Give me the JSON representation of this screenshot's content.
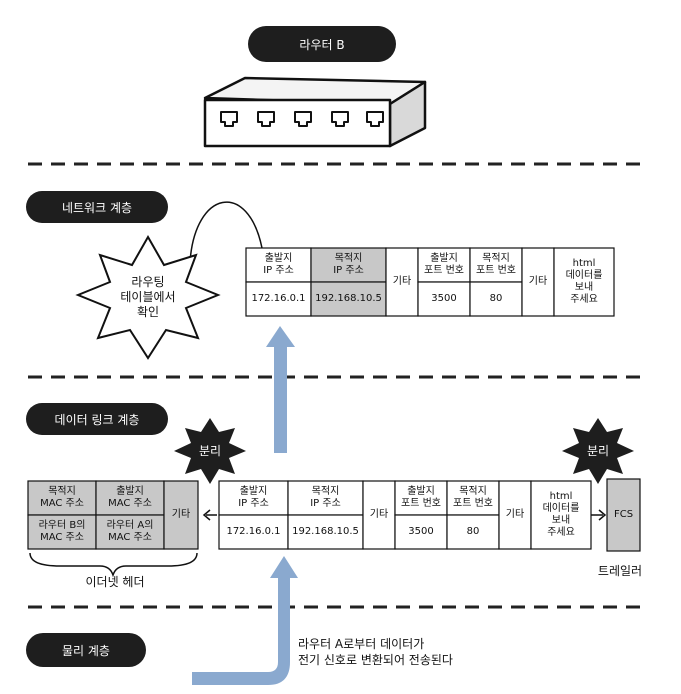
{
  "title": "라우터 B",
  "layers": {
    "network": "네트워크 계층",
    "datalink": "데이터 링크 계층",
    "physical": "물리 계층"
  },
  "burst": {
    "routing": "라우팅\n테이블에서\n확인",
    "split": "분리"
  },
  "packet": {
    "src_ip_label": "출발지\nIP 주소",
    "dst_ip_label": "목적지\nIP 주소",
    "src_ip": "172.16.0.1",
    "dst_ip": "192.168.10.5",
    "etc": "기타",
    "src_port_label": "출발지\n포트 번호",
    "dst_port_label": "목적지\n포트 번호",
    "src_port": "3500",
    "dst_port": "80",
    "payload": "html\n데이터를\n보내\n주세요"
  },
  "ethernet": {
    "dst_mac_label": "목적지\nMAC 주소",
    "src_mac_label": "출발지\nMAC 주소",
    "dst_mac": "라우터 B의\nMAC 주소",
    "src_mac": "라우터 A의\nMAC 주소",
    "etc": "기타",
    "header_label": "이더넷 헤더",
    "fcs": "FCS",
    "trailer_label": "트레일러"
  },
  "physical_note": "라우터 A로부터 데이터가\n전기 신호로 변환되어 전송된다",
  "colors": {
    "shaded": "#c8c8c8",
    "arrow": "#8aa9cf",
    "pill": "#1e1e1e"
  }
}
